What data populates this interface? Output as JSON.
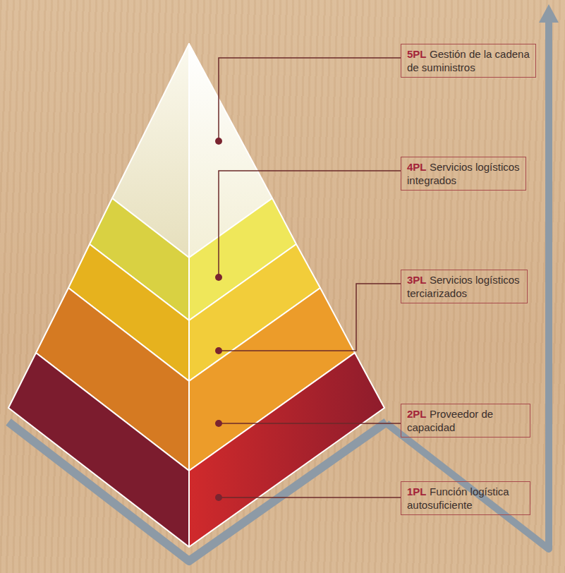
{
  "diagram": {
    "nodes": [
      {
        "text": [
          "5PL",
          "Gestión de la cadena de suministros"
        ]
      },
      {
        "text": [
          "4PL",
          "Servicios logísticos integrados"
        ]
      },
      {
        "text": [
          "3PL",
          "Servicios logísticos terciarizados"
        ]
      },
      {
        "text": [
          "2PL",
          "Proveedor de capacidad"
        ]
      },
      {
        "text": [
          "1PL",
          "Función logística autosuficiente"
        ]
      }
    ]
  }
}
